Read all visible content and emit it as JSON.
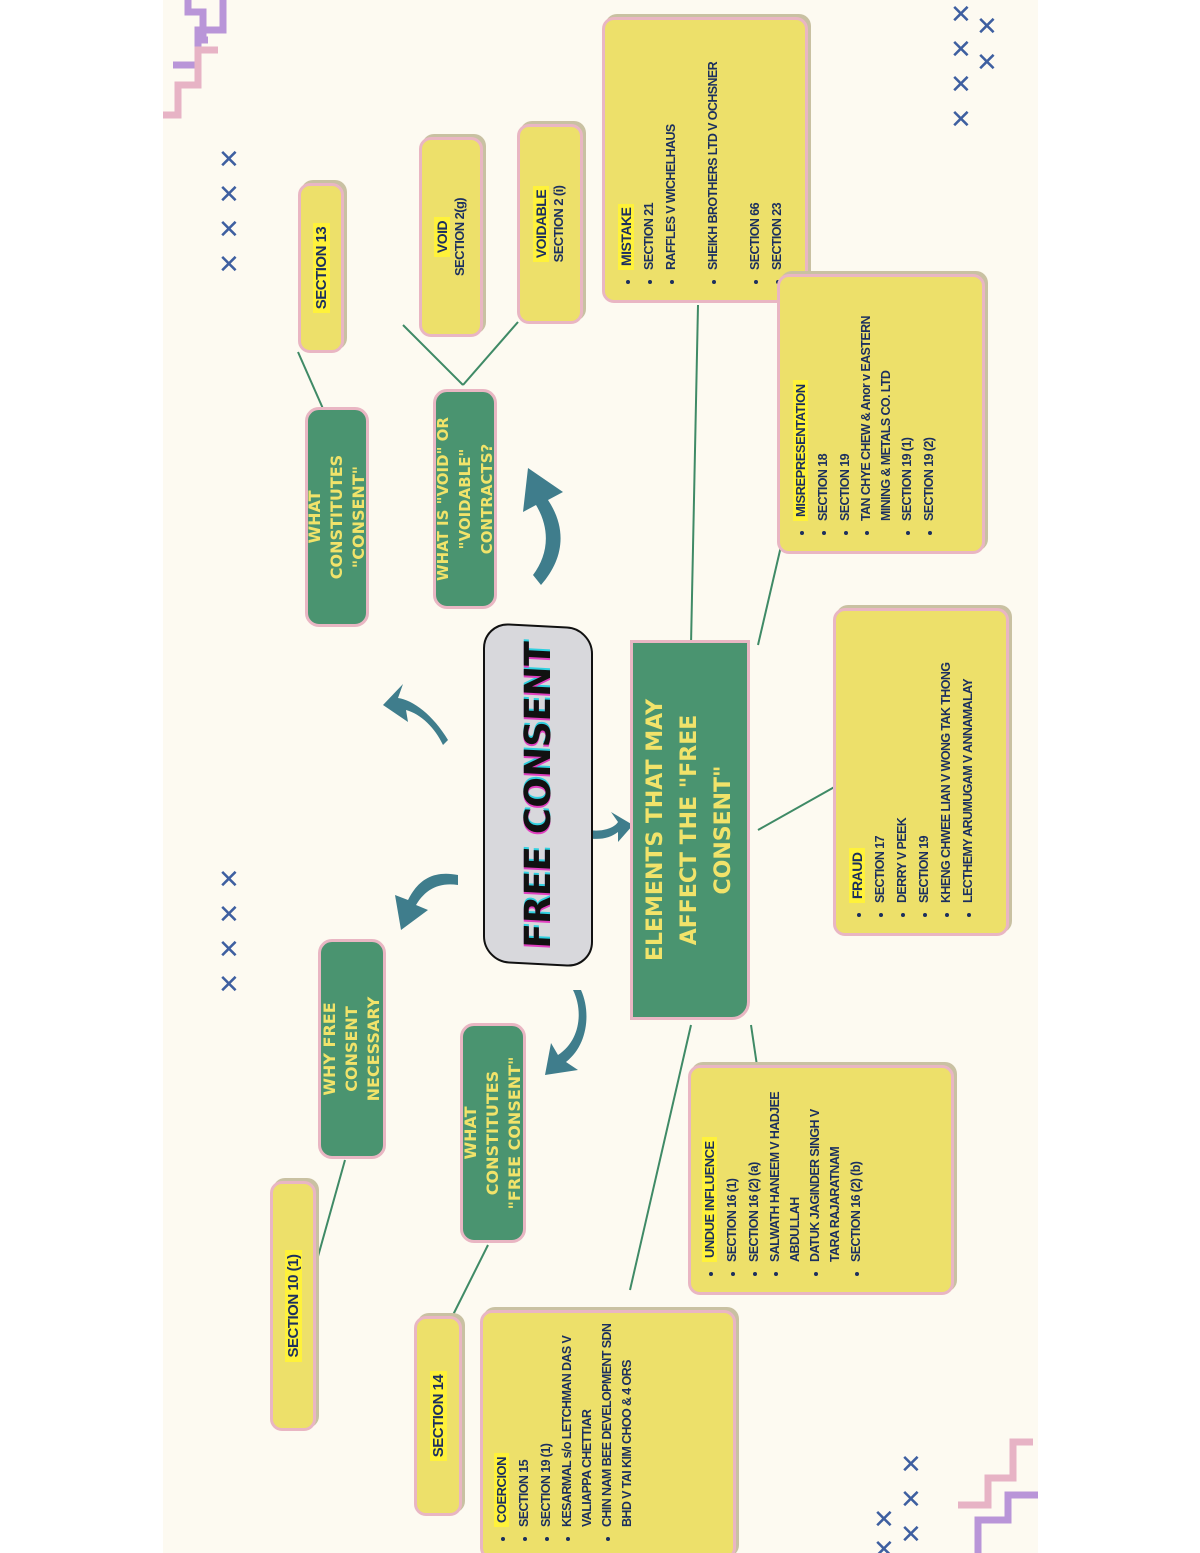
{
  "center": {
    "title": "FREE CONSENT"
  },
  "elements": {
    "title": "ELEMENTS THAT MAY AFFECT THE \"FREE CONSENT\""
  },
  "questions": {
    "consent": "WHAT CONSTITUTES \"CONSENT\"",
    "void_voidable": "WHAT IS \"VOID\" OR \"VOIDABLE\" CONTRACTS?",
    "why": "WHY FREE CONSENT NECESSARY",
    "free_consent": "WHAT CONSTITUTES \"FREE CONSENT\""
  },
  "sections": {
    "s13": "SECTION 13",
    "s10": "SECTION 10 (1)",
    "s14": "SECTION 14"
  },
  "void": {
    "label": "VOID",
    "ref": "SECTION 2(g)"
  },
  "voidable": {
    "label": "VOIDABLE",
    "ref": "SECTION 2 (i)"
  },
  "mistake": {
    "title": "MISTAKE",
    "items": [
      "SECTION 21",
      "RAFFLES V WICHELHAUS",
      "SHEIKH BROTHERS LTD V OCHSNER",
      "SECTION 66",
      "SECTION 23"
    ]
  },
  "misrep": {
    "title": "MISREPRESENTATION",
    "items": [
      "SECTION 18",
      "SECTION 19",
      "TAN CHYE CHEW & Anor v EASTERN MINING & METALS CO. LTD",
      "SECTION 19 (1)",
      "SECTION 19 (2)"
    ]
  },
  "fraud": {
    "title": "FRAUD",
    "items": [
      "SECTION 17",
      "DERRY V PEEK",
      "SECTION 19",
      "KHENG CHWEE LIAN V WONG TAK THONG",
      "LECTHEMY ARUMUGAM V ANNAMALAY"
    ]
  },
  "undue": {
    "title": "UNDUE INFLUENCE",
    "items": [
      "SECTION 16 (1)",
      "SECTION 16 (2) (a)",
      "SALWATH HANEEM V HADJEE ABDULLAH",
      "DATUK JAGINDER SINGH V TARA RAJARATNAM",
      "SECTION 16 (2) (b)"
    ]
  },
  "coercion": {
    "title": "COERCION",
    "items": [
      "SECTION 15",
      "SECTION 19 (1)",
      "KESARMAL s/o LETCHMAN DAS V VALIAPPA CHETTIAR",
      "CHIN NAM BEE DEVELOPMENT SDN BHD V TAI KIM CHOO & 4 ORS"
    ]
  },
  "colors": {
    "green": "#4a9470",
    "yellow": "#ede06a",
    "pink_border": "#e9b6c3",
    "navy": "#1b2f5e",
    "highlight": "#fff23a"
  }
}
